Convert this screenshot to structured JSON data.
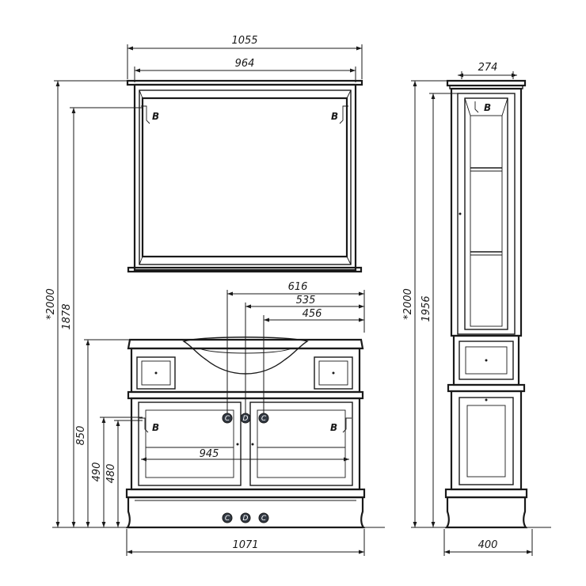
{
  "dimensions": {
    "mirror_total_width": "1055",
    "mirror_inner_width": "964",
    "cabinet_width": "274",
    "total_height_left": "*2000",
    "mirror_top_height": "1878",
    "vanity_height": "850",
    "pipe_height_upper": "490",
    "pipe_height_lower": "480",
    "pipe_offset_616": "616",
    "pipe_offset_535": "535",
    "pipe_offset_456": "456",
    "inner_shelf_width": "945",
    "vanity_width": "1071",
    "total_height_right": "*2000",
    "cabinet_height": "1956",
    "cabinet_depth": "400"
  },
  "markers": {
    "mount_b": "B",
    "pipe_c": "C",
    "pipe_d": "D"
  }
}
